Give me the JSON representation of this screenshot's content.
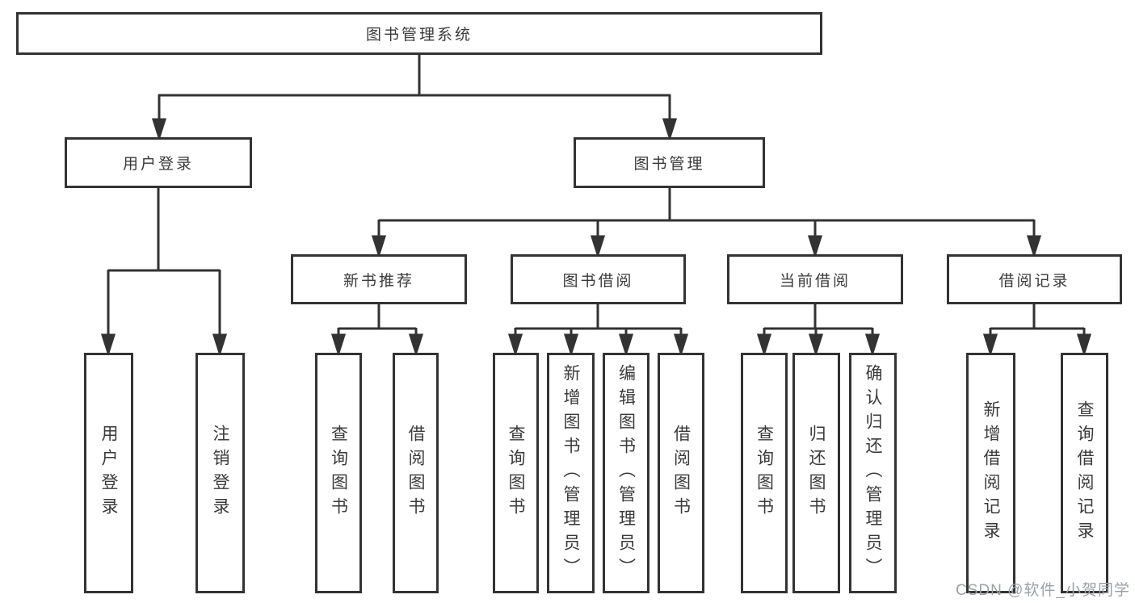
{
  "diagram": {
    "root": {
      "label": "图书管理系统"
    },
    "branches": [
      {
        "id": "user-login",
        "label": "用户登录"
      },
      {
        "id": "book-management",
        "label": "图书管理"
      }
    ],
    "modules": [
      {
        "id": "new-book-recommend",
        "label": "新书推荐"
      },
      {
        "id": "book-borrow",
        "label": "图书借阅"
      },
      {
        "id": "current-borrow",
        "label": "当前借阅"
      },
      {
        "id": "borrow-records",
        "label": "借阅记录"
      }
    ],
    "leaves": {
      "user_login": [
        {
          "label": "用户登录"
        },
        {
          "label": "注销登录"
        }
      ],
      "new_book_recommend": [
        {
          "label": "查询图书"
        },
        {
          "label": "借阅图书"
        }
      ],
      "book_borrow": [
        {
          "label": "查询图书"
        },
        {
          "label": "新增图书（管理员）"
        },
        {
          "label": "编辑图书（管理员）"
        },
        {
          "label": "借阅图书"
        }
      ],
      "current_borrow": [
        {
          "label": "查询图书"
        },
        {
          "label": "归还图书"
        },
        {
          "label": "确认归还（管理员）"
        }
      ],
      "borrow_records": [
        {
          "label": "新增借阅记录"
        },
        {
          "label": "查询借阅记录"
        }
      ]
    }
  },
  "watermark": {
    "text": "CSDN @软件_小贺同学"
  },
  "colors": {
    "line": "#333333",
    "box_border": "#333333",
    "text": "#3a3a3a",
    "background": "#ffffff",
    "watermark": "#9da0a8"
  }
}
